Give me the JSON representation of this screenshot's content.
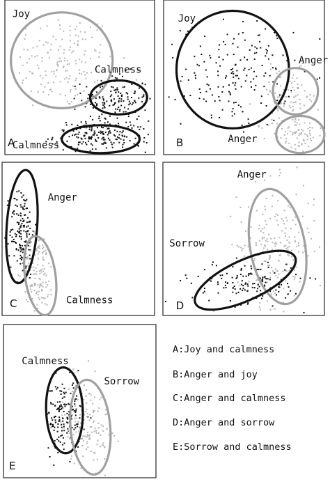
{
  "colors": {
    "black_dots": "#111111",
    "gray_dots": "#b4b4b4",
    "black_ellipse": "#111111",
    "gray_ellipse": "#a0a0a0"
  },
  "chart_data": [
    {
      "type": "scatter",
      "panel": "A",
      "xlim": [
        0,
        1
      ],
      "ylim": [
        0,
        1
      ],
      "labels": [
        {
          "text": "Joy",
          "x": 0.05,
          "y": 0.89
        },
        {
          "text": "Calmness",
          "x": 0.6,
          "y": 0.53
        },
        {
          "text": "Calmness",
          "x": 0.05,
          "y": 0.04
        }
      ],
      "clusters": [
        {
          "class": "gray",
          "cx": 0.38,
          "cy": 0.6,
          "sx": 0.18,
          "sy": 0.16,
          "n": 170
        },
        {
          "class": "black",
          "cx": 0.74,
          "cy": 0.36,
          "sx": 0.11,
          "sy": 0.08,
          "n": 150
        },
        {
          "class": "black",
          "cx": 0.65,
          "cy": 0.12,
          "sx": 0.16,
          "sy": 0.05,
          "n": 200
        }
      ],
      "ellipses": [
        {
          "class": "gray",
          "cx": 0.38,
          "cy": 0.61,
          "rx": 0.34,
          "ry": 0.31,
          "angle": 0
        },
        {
          "class": "black",
          "cx": 0.76,
          "cy": 0.37,
          "rx": 0.19,
          "ry": 0.11,
          "angle": 0
        },
        {
          "class": "black",
          "cx": 0.64,
          "cy": 0.1,
          "rx": 0.26,
          "ry": 0.09,
          "angle": 0
        }
      ]
    },
    {
      "type": "scatter",
      "panel": "B",
      "xlim": [
        0,
        1
      ],
      "ylim": [
        0,
        1
      ],
      "labels": [
        {
          "text": "Joy",
          "x": 0.09,
          "y": 0.86
        },
        {
          "text": "Anger",
          "x": 0.84,
          "y": 0.59
        },
        {
          "text": "Anger",
          "x": 0.4,
          "y": 0.08
        }
      ],
      "clusters": [
        {
          "class": "black",
          "cx": 0.46,
          "cy": 0.52,
          "sx": 0.17,
          "sy": 0.17,
          "n": 180
        },
        {
          "class": "gray",
          "cx": 0.77,
          "cy": 0.37,
          "sx": 0.1,
          "sy": 0.09,
          "n": 90
        },
        {
          "class": "gray",
          "cx": 0.82,
          "cy": 0.13,
          "sx": 0.09,
          "sy": 0.06,
          "n": 80
        }
      ],
      "ellipses": [
        {
          "class": "black",
          "cx": 0.43,
          "cy": 0.55,
          "rx": 0.35,
          "ry": 0.38,
          "angle": 0
        },
        {
          "class": "gray",
          "cx": 0.82,
          "cy": 0.41,
          "rx": 0.14,
          "ry": 0.15,
          "angle": 0
        },
        {
          "class": "gray",
          "cx": 0.85,
          "cy": 0.13,
          "rx": 0.15,
          "ry": 0.12,
          "angle": 0
        }
      ]
    },
    {
      "type": "scatter",
      "panel": "C",
      "xlim": [
        0,
        1
      ],
      "ylim": [
        0,
        1
      ],
      "labels": [
        {
          "text": "Anger",
          "x": 0.3,
          "y": 0.75
        },
        {
          "text": "Calmness",
          "x": 0.42,
          "y": 0.08
        }
      ],
      "clusters": [
        {
          "class": "black",
          "cx": 0.13,
          "cy": 0.55,
          "sx": 0.04,
          "sy": 0.15,
          "n": 160
        },
        {
          "class": "gray",
          "cx": 0.24,
          "cy": 0.28,
          "sx": 0.05,
          "sy": 0.13,
          "n": 130
        }
      ],
      "ellipses": [
        {
          "class": "black",
          "cx": 0.13,
          "cy": 0.58,
          "rx": 0.1,
          "ry": 0.37,
          "angle": -4
        },
        {
          "class": "gray",
          "cx": 0.25,
          "cy": 0.26,
          "rx": 0.1,
          "ry": 0.26,
          "angle": 8
        }
      ]
    },
    {
      "type": "scatter",
      "panel": "D",
      "xlim": [
        0,
        1
      ],
      "ylim": [
        0,
        1
      ],
      "labels": [
        {
          "text": "Anger",
          "x": 0.46,
          "y": 0.9
        },
        {
          "text": "Sorrow",
          "x": 0.04,
          "y": 0.45
        },
        {
          "text": "D",
          "x": 0.08,
          "y": 0.04
        }
      ],
      "clusters": [
        {
          "class": "gray",
          "cx": 0.7,
          "cy": 0.45,
          "sx": 0.12,
          "sy": 0.2,
          "n": 220
        },
        {
          "class": "black",
          "cx": 0.52,
          "cy": 0.22,
          "sx": 0.17,
          "sy": 0.07,
          "n": 150
        }
      ],
      "ellipses": [
        {
          "class": "gray",
          "cx": 0.71,
          "cy": 0.45,
          "rx": 0.17,
          "ry": 0.38,
          "angle": 10
        },
        {
          "class": "black",
          "cx": 0.51,
          "cy": 0.23,
          "rx": 0.34,
          "ry": 0.13,
          "angle": 25
        }
      ]
    },
    {
      "type": "scatter",
      "panel": "E",
      "xlim": [
        0,
        1
      ],
      "ylim": [
        0,
        1
      ],
      "labels": [
        {
          "text": "Calmness",
          "x": 0.12,
          "y": 0.74
        },
        {
          "text": "Sorrow",
          "x": 0.66,
          "y": 0.61
        }
      ],
      "clusters": [
        {
          "class": "black",
          "cx": 0.4,
          "cy": 0.4,
          "sx": 0.06,
          "sy": 0.12,
          "n": 170
        },
        {
          "class": "gray",
          "cx": 0.55,
          "cy": 0.36,
          "sx": 0.08,
          "sy": 0.14,
          "n": 150
        }
      ],
      "ellipses": [
        {
          "class": "black",
          "cx": 0.4,
          "cy": 0.44,
          "rx": 0.12,
          "ry": 0.28,
          "angle": 2
        },
        {
          "class": "gray",
          "cx": 0.57,
          "cy": 0.33,
          "rx": 0.13,
          "ry": 0.31,
          "angle": 5
        }
      ]
    }
  ],
  "panel_letters": {
    "A": "A",
    "B": "B",
    "C": "C",
    "E": "E"
  },
  "legend": [
    "A:Joy and calmness",
    "B:Anger and joy",
    "C:Anger and calmness",
    "D:Anger and sorrow",
    "E:Sorrow and calmness"
  ]
}
